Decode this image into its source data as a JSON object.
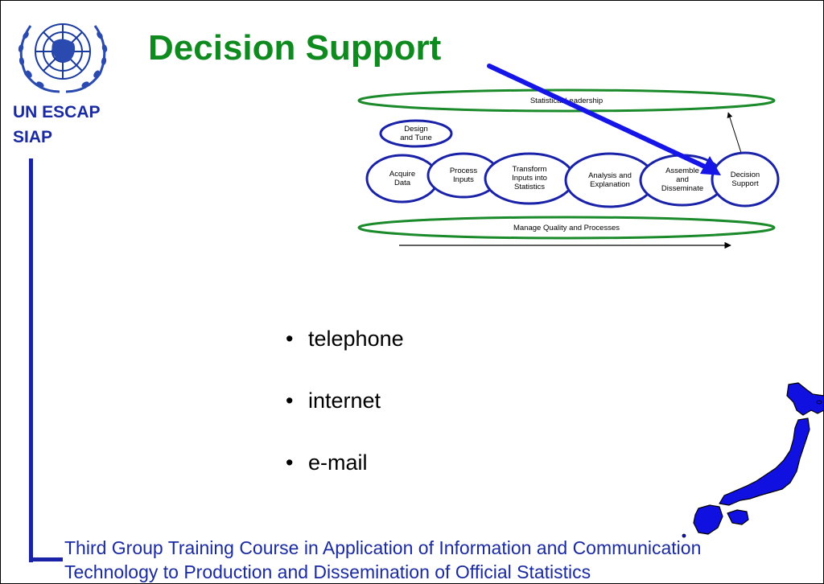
{
  "slide": {
    "title": "Decision Support",
    "org": {
      "line1": "UN ESCAP",
      "line2": "SIAP"
    },
    "footer": {
      "line1": "Third Group Training Course in Application of Information and Communication",
      "line2": "Technology to Production and Dissemination of Official Statistics"
    },
    "bullets": [
      {
        "mark": "•",
        "text": "telephone"
      },
      {
        "mark": "•",
        "text": "internet"
      },
      {
        "mark": "•",
        "text": "e-mail"
      }
    ]
  },
  "diagram": {
    "leadership_bar": "Statistical Leadership",
    "quality_bar": "Manage Quality and Processes",
    "design": [
      "Design",
      "and Tune"
    ],
    "acquire": [
      "Acquire",
      "Data"
    ],
    "process": [
      "Process",
      "Inputs"
    ],
    "transform": [
      "Transform",
      "Inputs into",
      "Statistics"
    ],
    "analysis": [
      "Analysis and",
      "Explanation"
    ],
    "assemble": [
      "Assemble",
      "and",
      "Disseminate"
    ],
    "decision": [
      "Decision",
      "Support"
    ]
  },
  "colors": {
    "title": "#0f8a1e",
    "org_text": "#1a2aa0",
    "ellipse_stroke": "#1a22a8",
    "bar_stroke": "#1a8a2a",
    "pointer": "#1515e8",
    "map_fill": "#1010e0"
  },
  "icons": {
    "logo": "un-emblem-icon",
    "map": "japan-map-icon",
    "arrow": "pointer-arrow-icon"
  }
}
